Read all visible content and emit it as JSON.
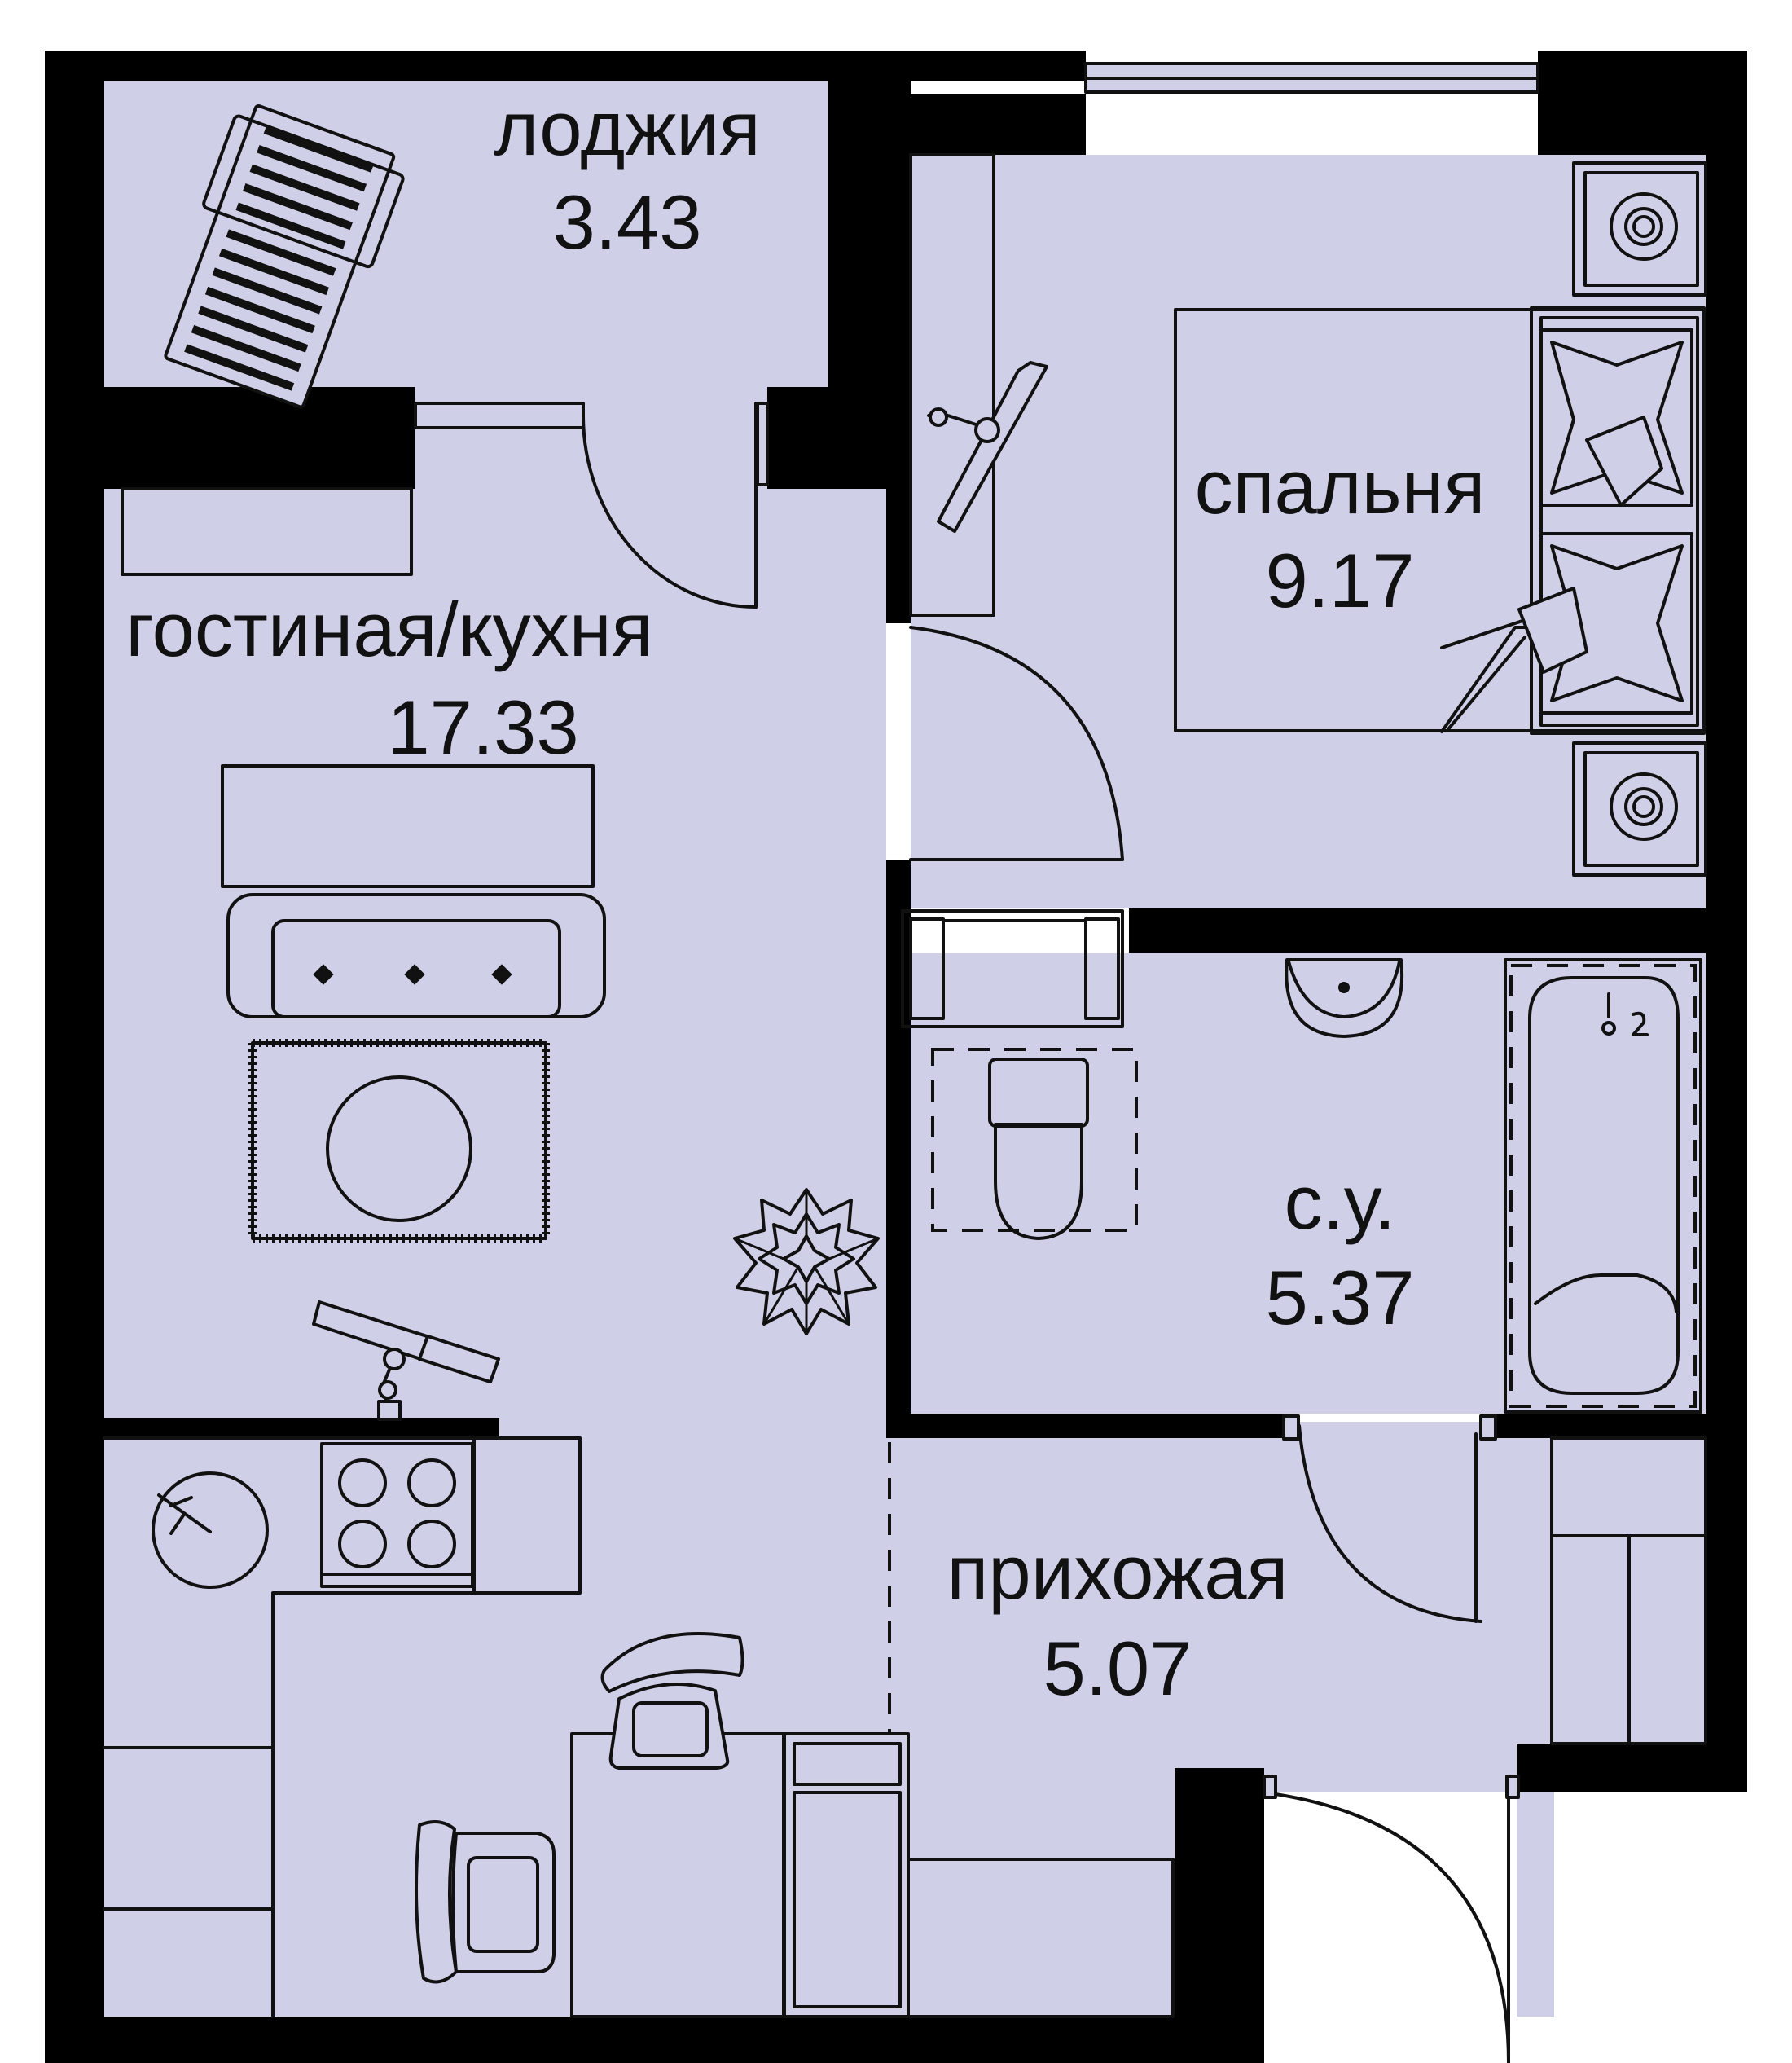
{
  "plan": {
    "rooms": [
      {
        "name": "лоджия",
        "area": "3.43"
      },
      {
        "name": "гостиная/кухня",
        "area": "17.33"
      },
      {
        "name": "спальня",
        "area": "9.17"
      },
      {
        "name": "с.у.",
        "area": "5.37"
      },
      {
        "name": "прихожая",
        "area": "5.07"
      }
    ]
  },
  "colors": {
    "floor": "#cfd0e8",
    "walls": "#000000",
    "background": "#ffffff"
  },
  "icons": [
    "sun-lounger-icon",
    "sofa-icon",
    "rug-icon",
    "plant-icon",
    "stove-icon",
    "sink-icon",
    "chair-icon",
    "bed-icon",
    "pillow-icon",
    "nightstand-icon",
    "toilet-icon",
    "bathtub-icon",
    "washbasin-icon",
    "door-swing-icon",
    "window-icon",
    "wardrobe-icon",
    "table-icon"
  ]
}
